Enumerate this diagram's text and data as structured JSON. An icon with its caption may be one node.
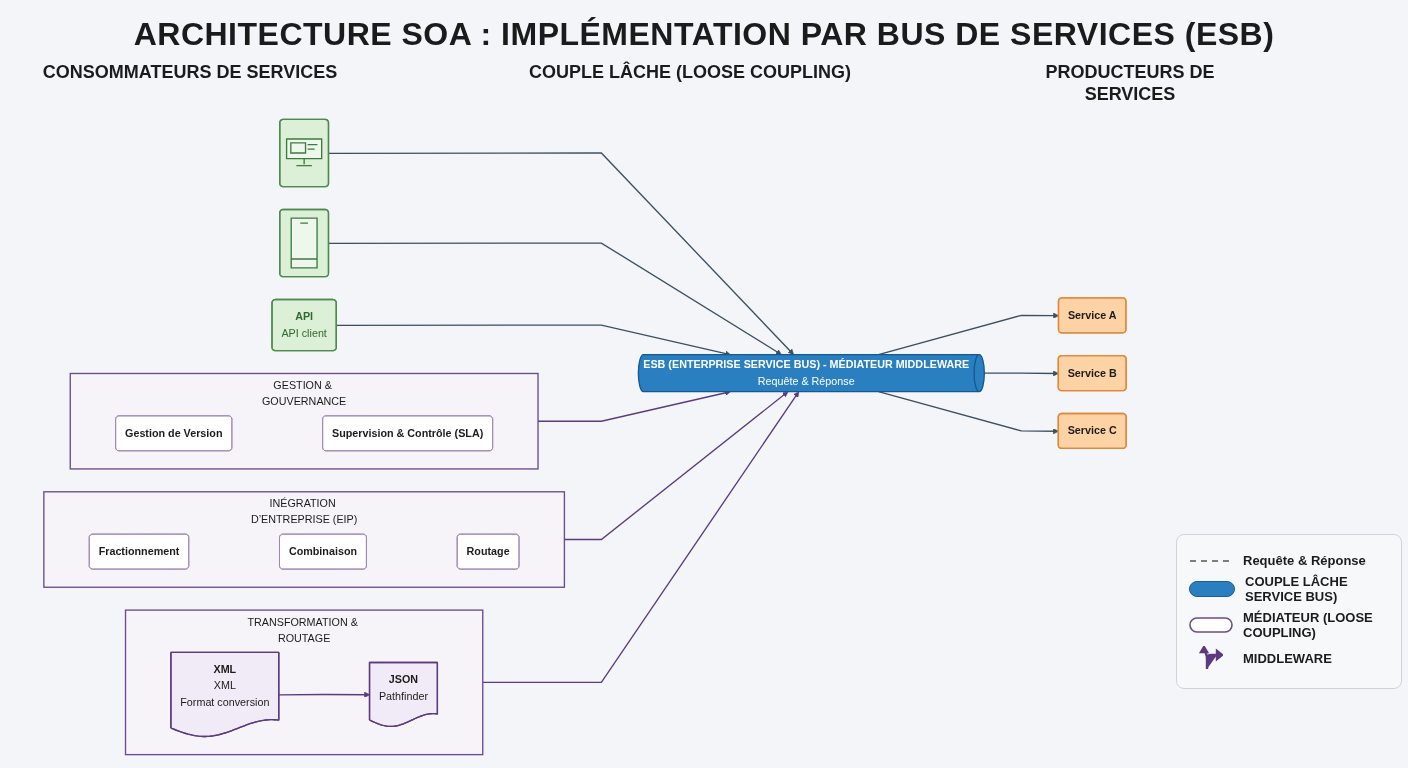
{
  "diagram": {
    "title": "ARCHITECTURE SOA : IMPLÉMENTATION PAR BUS DE SERVICES (ESB)",
    "nodes": [
      {
        "text": [],
        "shape": "picture"
      },
      {
        "text": [],
        "shape": "picture"
      },
      {
        "text": [
          "API",
          "API client"
        ]
      },
      {
        "text": [
          "ESB (ENTERPRISE SERVICE BUS) - MÉDIATEUR MIDDLEWARE",
          "Requête & Réponse"
        ]
      },
      {
        "text": [
          "Service A"
        ]
      },
      {
        "text": [
          "Service B"
        ]
      },
      {
        "text": [
          "Service C"
        ]
      },
      {
        "text": [
          "GESTION & GOUVERNANCE"
        ]
      },
      {
        "text": [
          "Gestion de Version"
        ],
        "in": 7
      },
      {
        "text": [
          "Supervision & Contrôle (SLA)"
        ],
        "in": 7
      },
      {
        "text": [
          "INÉGRATION D’ENTREPRISE (EIP)"
        ]
      },
      {
        "text": [
          "Fractionnement"
        ],
        "in": 10
      },
      {
        "text": [
          "Combinaison"
        ],
        "in": 10
      },
      {
        "text": [
          "Routage"
        ],
        "in": 10
      },
      {
        "text": [
          "TRANSFORMATION & ROUTAGE"
        ]
      },
      {
        "text": [
          "XML",
          "XML",
          "Format conversion"
        ],
        "in": 14
      },
      {
        "text": [
          "JSON",
          "Pathfinder"
        ],
        "in": 14
      }
    ],
    "edges": [
      {
        "from": 0,
        "to": 3,
        "arrow": "to"
      },
      {
        "from": 1,
        "to": 3,
        "arrow": "to"
      },
      {
        "from": 2,
        "to": 3,
        "arrow": "to"
      },
      {
        "from": 3,
        "to": 4,
        "arrow": "to"
      },
      {
        "from": 3,
        "to": 5,
        "arrow": "to"
      },
      {
        "from": 3,
        "to": 6,
        "arrow": "to"
      },
      {
        "from": 7,
        "to": 3,
        "arrow": "to",
        "color": "#5b3a80"
      },
      {
        "from": 10,
        "to": 3,
        "arrow": "to",
        "color": "#5b3a80"
      },
      {
        "from": 14,
        "to": 3,
        "arrow": "to",
        "color": "#5b3a80"
      },
      {
        "from": 15,
        "to": 16,
        "arrow": "to",
        "color": "#5b3a80"
      }
    ],
    "labels": [
      "CONSOMMATEURS DE SERVICES",
      "COUPLE LÂCHE (LOOSE COUPLING)",
      "PRODUCTEURS DE SERVICES"
    ],
    "legend": [
      {
        "text": "Requête & Réponse"
      },
      {
        "text": "COUPLE LÂCHE SERVICE BUS)",
        "color": "#2a7fc1"
      },
      {
        "text": "MÉDIATEUR (LOOSE COUPLING)"
      },
      {
        "text": "MIDDLEWARE"
      }
    ]
  }
}
